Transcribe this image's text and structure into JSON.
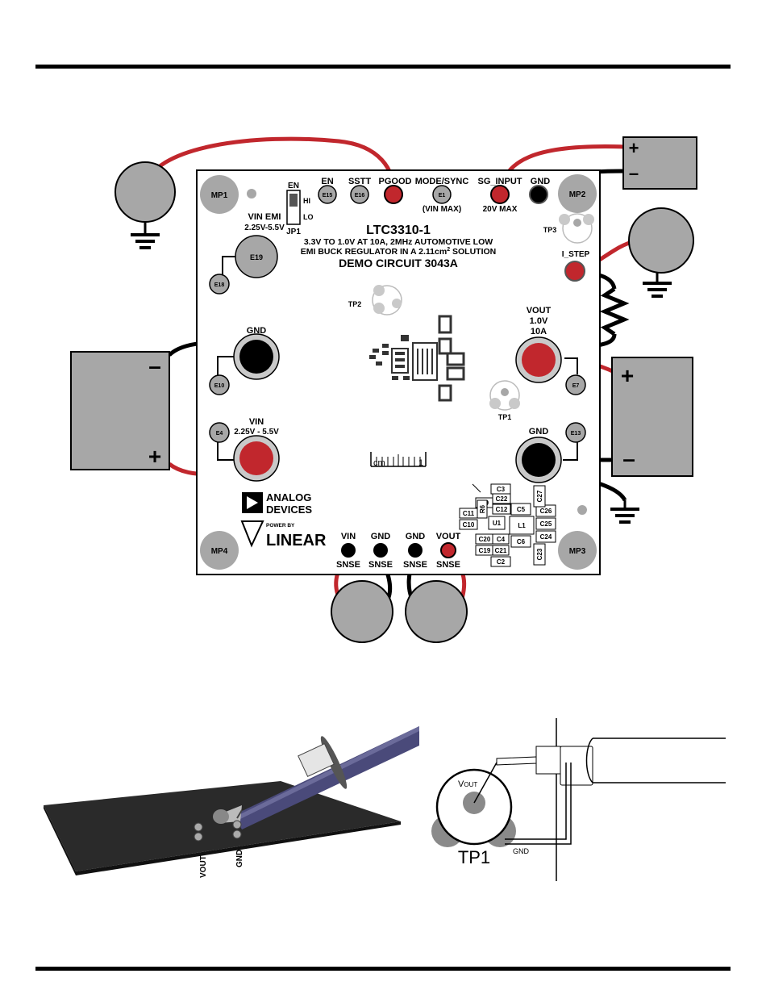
{
  "colors": {
    "wire_red": "#c1272d",
    "wire_black": "#000000",
    "meter_gray": "#a7a7a7",
    "board": "#ffffff",
    "pcb_dark": "#333333"
  },
  "board": {
    "title": "LTC3310-1",
    "subtitle1": "3.3V TO 1.0V AT 10A, 2MHz AUTOMOTIVE LOW",
    "subtitle2": "EMI BUCK REGULATOR IN A 2.11cm",
    "subtitle2_sup": "2",
    "subtitle2_tail": " SOLUTION",
    "demo": "DEMO CIRCUIT 3043A",
    "mp1": "MP1",
    "mp2": "MP2",
    "mp3": "MP3",
    "mp4": "MP4",
    "jp_en": "EN",
    "jp_hi": "HI",
    "jp_lo": "LO",
    "jp_name": "JP1",
    "en": "EN",
    "e15": "E15",
    "sstt": "SSTT",
    "e16": "E16",
    "pgood": "PGOOD",
    "mode": "MODE/SYNC",
    "e1": "E1",
    "vin_max": "(VIN MAX)",
    "sg_input": "SG_INPUT",
    "max20": "20V MAX",
    "gnd_top": "GND",
    "vin_emi": "VIN EMI",
    "vin_emi_range": "2.25V-5.5V",
    "e19": "E19",
    "e18": "E18",
    "tp3": "TP3",
    "i_step": "I_STEP",
    "tp2": "TP2",
    "vout": "VOUT",
    "vout_v": "1.0V",
    "vout_a": "10A",
    "gnd_left": "GND",
    "e10": "E10",
    "e7": "E7",
    "vin": "VIN",
    "vin_range": "2.25V - 5.5V",
    "e4": "E4",
    "tp1": "TP1",
    "gnd_right": "GND",
    "e13": "E13",
    "cm": "cm",
    "one": "1",
    "analog": "ANALOG",
    "devices": "DEVICES",
    "power_by": "POWER BY",
    "linear": "LINEAR",
    "sense_vin": "VIN",
    "sense_gnd1": "GND",
    "sense_gnd2": "GND",
    "sense_vout": "VOUT",
    "snse": "SNSE",
    "parts": [
      "C3",
      "C9",
      "C22",
      "C12",
      "C11",
      "R6",
      "C10",
      "U1",
      "C5",
      "L1",
      "C26",
      "C25",
      "C24",
      "C27",
      "C20",
      "C4",
      "C6",
      "C19",
      "C21",
      "C2",
      "C23"
    ]
  },
  "supplies": {
    "plus": "+",
    "minus": "–"
  },
  "probe_left": {
    "vout": "VOUT",
    "gnd": "GND"
  },
  "probe_right": {
    "vout_main": "V",
    "vout_sub": "OUT",
    "gnd": "GND",
    "tp1": "TP1"
  }
}
